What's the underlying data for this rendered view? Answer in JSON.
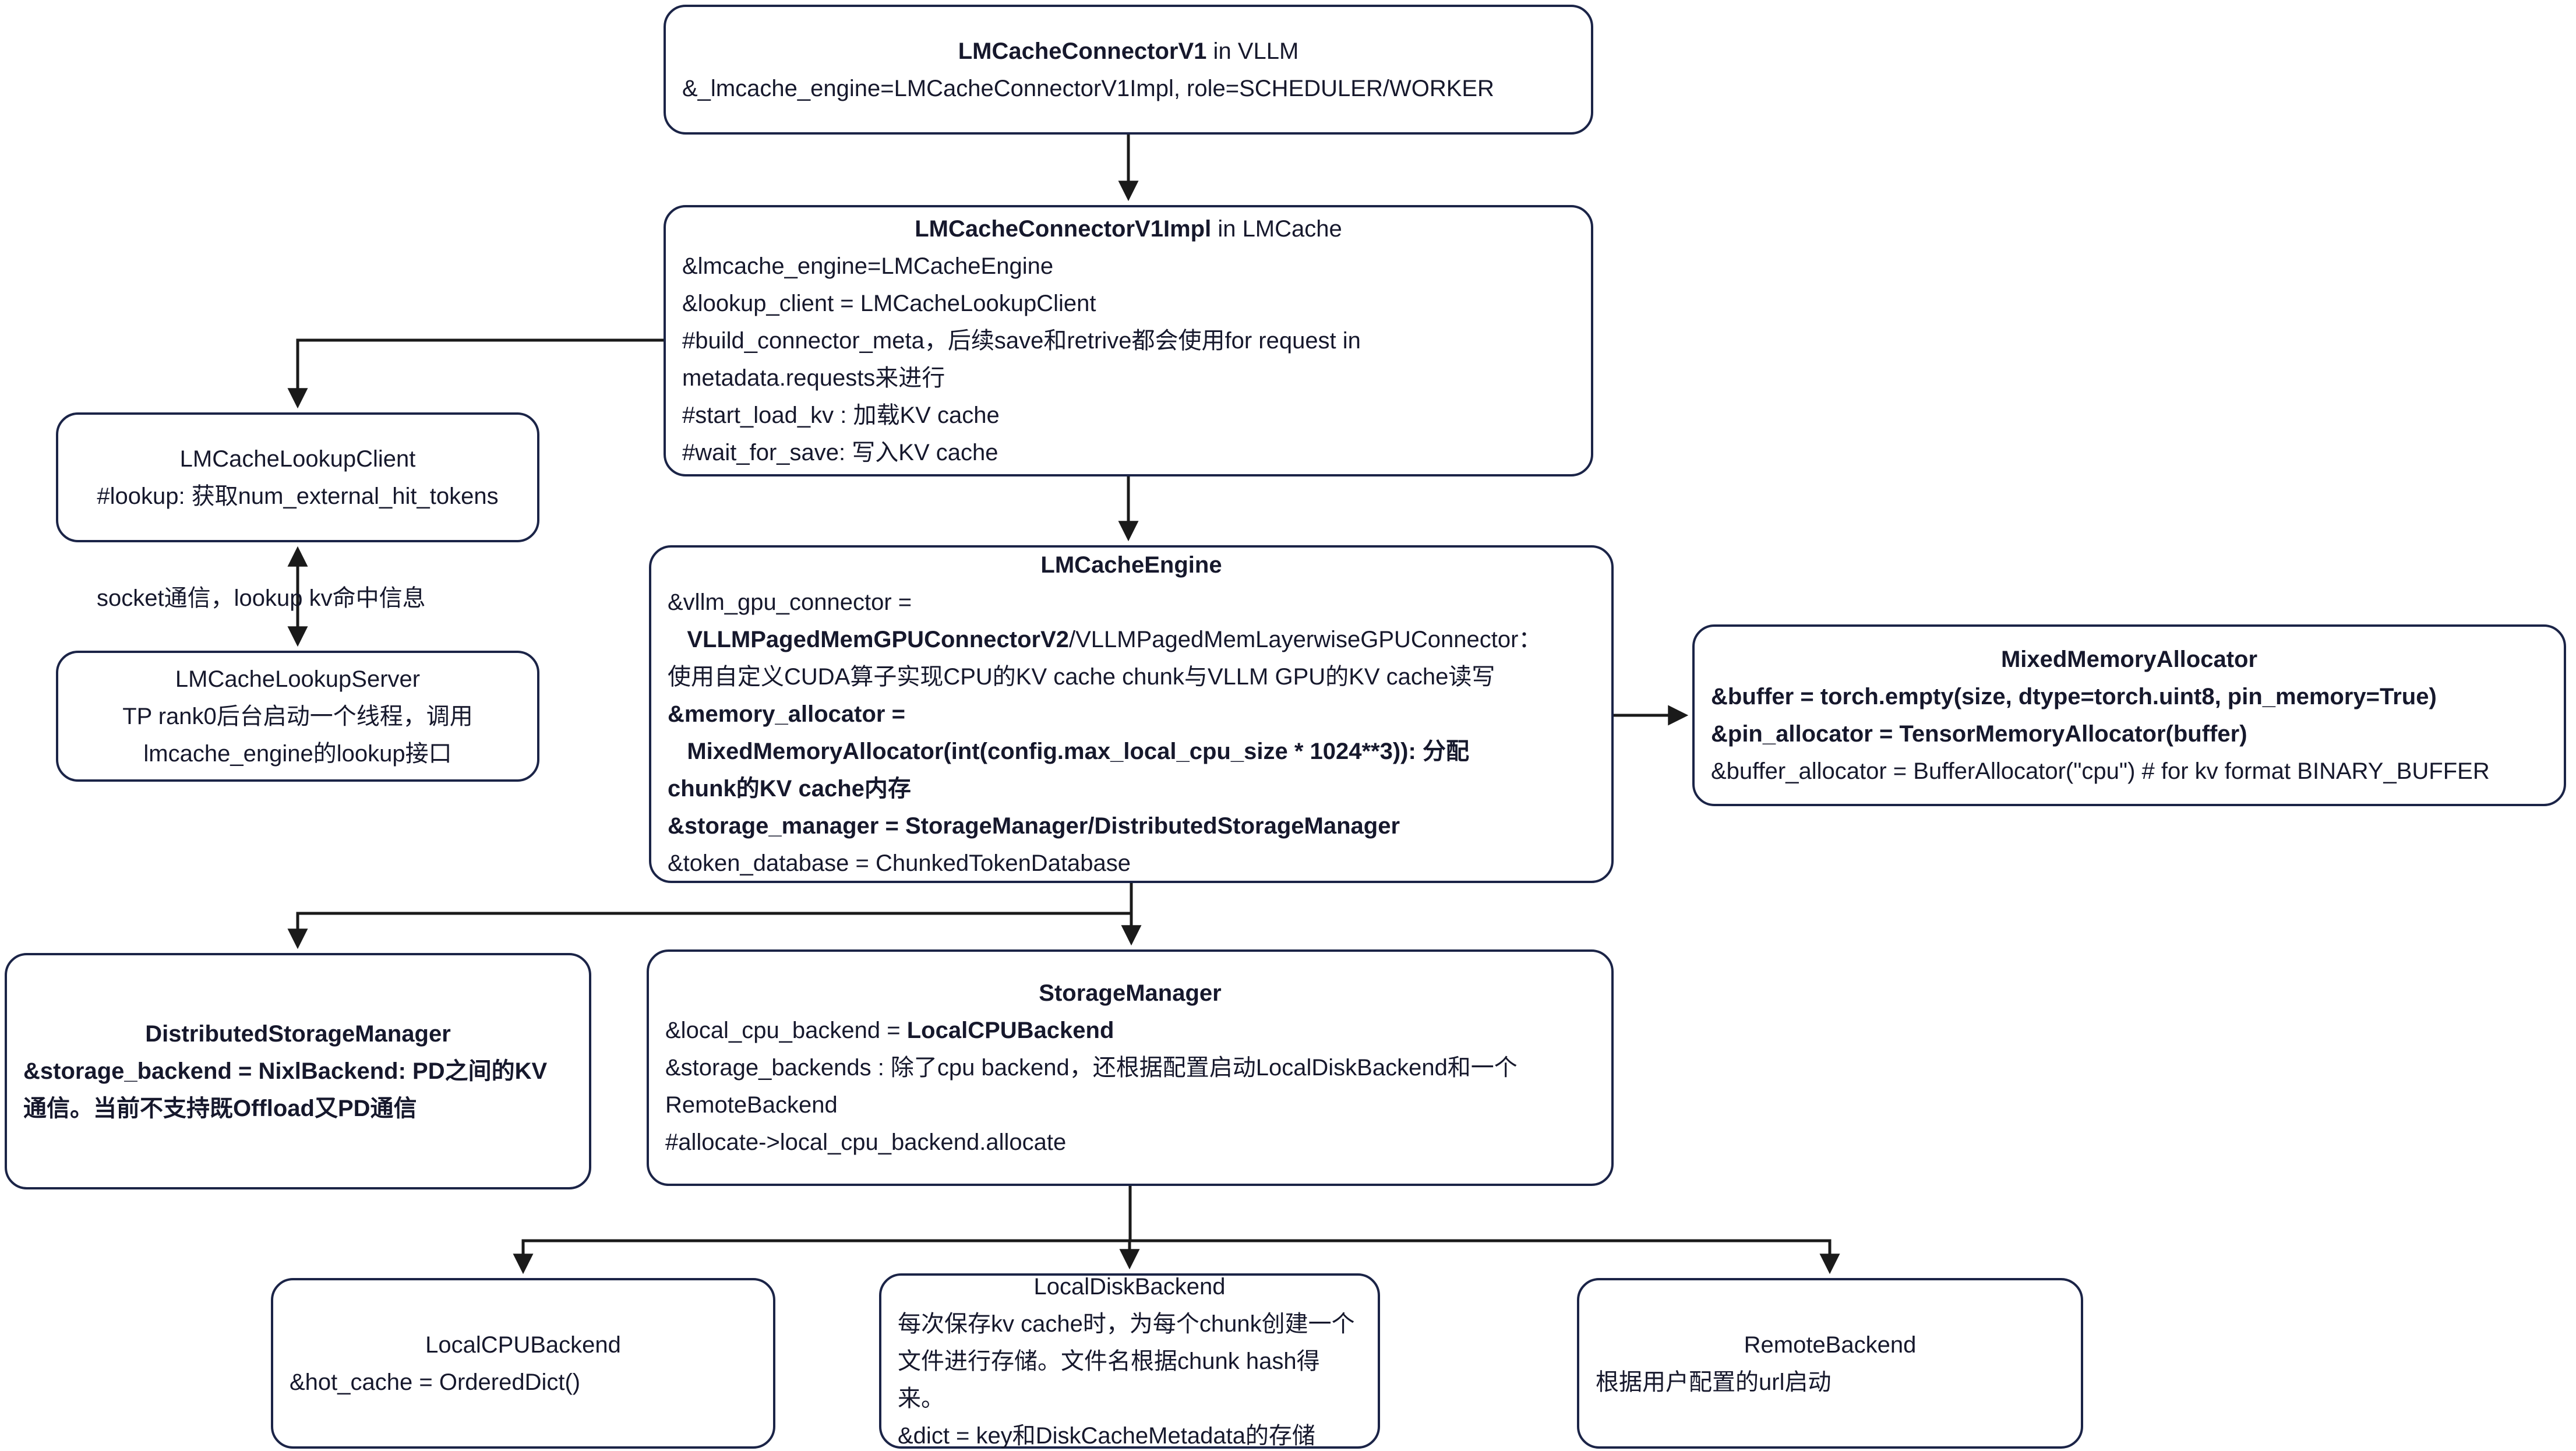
{
  "diagram": {
    "background": "#ffffff",
    "border_color": "#1b2447",
    "line_color": "#1a1a1a",
    "text_color": "#16182c"
  },
  "edges": {
    "socket_label": "socket通信，lookup kv命中信息"
  },
  "boxes": {
    "connector_v1": {
      "title": [
        {
          "t": "LMCacheConnectorV1",
          "b": true
        },
        {
          "t": " in VLLM",
          "b": false
        }
      ],
      "lines": [
        [
          {
            "t": "&_lmcache_engine=LMCacheConnectorV1Impl, role=SCHEDULER/WORKER",
            "b": false
          }
        ]
      ]
    },
    "connector_v1_impl": {
      "title": [
        {
          "t": "LMCacheConnectorV1Impl",
          "b": true
        },
        {
          "t": " in LMCache",
          "b": false
        }
      ],
      "lines": [
        [
          {
            "t": "&lmcache_engine=LMCacheEngine",
            "b": false
          }
        ],
        [
          {
            "t": "&lookup_client = LMCacheLookupClient",
            "b": false
          }
        ],
        [
          {
            "t": "#build_connector_meta，后续save和retrive都会使用for request in",
            "b": false
          }
        ],
        [
          {
            "t": "metadata.requests来进行",
            "b": false
          }
        ],
        [
          {
            "t": "#start_load_kv : 加载KV cache",
            "b": false
          }
        ],
        [
          {
            "t": "#wait_for_save: 写入KV cache",
            "b": false
          }
        ]
      ]
    },
    "lookup_client": {
      "title": [
        {
          "t": "LMCacheLookupClient",
          "b": false
        }
      ],
      "lines": [
        [
          {
            "t": "#lookup: 获取num_external_hit_tokens",
            "b": false
          }
        ]
      ]
    },
    "lookup_server": {
      "title": [
        {
          "t": "LMCacheLookupServer",
          "b": false
        }
      ],
      "lines": [
        [
          {
            "t": "TP rank0后台启动一个线程，调用",
            "b": false
          }
        ],
        [
          {
            "t": "lmcache_engine的lookup接口",
            "b": false
          }
        ]
      ]
    },
    "engine": {
      "title": [
        {
          "t": "LMCacheEngine",
          "b": true
        }
      ],
      "lines": [
        [
          {
            "t": "&vllm_gpu_connector =",
            "b": false
          }
        ],
        [
          {
            "t": "   ",
            "b": false
          },
          {
            "t": "VLLMPagedMemGPUConnectorV2",
            "b": true
          },
          {
            "t": "/VLLMPagedMemLayerwiseGPUConnector：",
            "b": false
          }
        ],
        [
          {
            "t": "使用自定义CUDA算子实现CPU的KV cache chunk与VLLM GPU的KV cache读写",
            "b": false
          }
        ],
        [
          {
            "t": "&memory_allocator =",
            "b": true
          }
        ],
        [
          {
            "t": "   MixedMemoryAllocator(int(config.max_local_cpu_size * 1024**3)): 分配",
            "b": true
          }
        ],
        [
          {
            "t": "chunk的KV cache内存",
            "b": true
          }
        ],
        [
          {
            "t": "&storage_manager = StorageManager/DistributedStorageManager",
            "b": true
          }
        ],
        [
          {
            "t": "&token_database = ChunkedTokenDatabase",
            "b": false
          }
        ]
      ]
    },
    "mixed_memory_allocator": {
      "title": [
        {
          "t": "MixedMemoryAllocator",
          "b": true
        }
      ],
      "lines": [
        [
          {
            "t": "&buffer = torch.empty(size, dtype=torch.uint8, pin_memory=True)",
            "b": true
          }
        ],
        [
          {
            "t": "&pin_allocator = TensorMemoryAllocator(buffer)",
            "b": true
          }
        ],
        [
          {
            "t": "&buffer_allocator = BufferAllocator(\"cpu\") # for kv format BINARY_BUFFER",
            "b": false
          }
        ]
      ]
    },
    "distributed_storage_manager": {
      "title": [
        {
          "t": "DistributedStorageManager",
          "b": true
        }
      ],
      "lines": [
        [
          {
            "t": "&storage_backend = NixlBackend: PD之间的KV",
            "b": true
          }
        ],
        [
          {
            "t": "通信。当前不支持既Offload又PD通信",
            "b": true
          }
        ]
      ]
    },
    "storage_manager": {
      "title": [
        {
          "t": "StorageManager",
          "b": true
        }
      ],
      "lines": [
        [
          {
            "t": "&local_cpu_backend = ",
            "b": false
          },
          {
            "t": "LocalCPUBackend",
            "b": true
          }
        ],
        [
          {
            "t": "&storage_backends : 除了cpu backend，还根据配置启动LocalDiskBackend和一个",
            "b": false
          }
        ],
        [
          {
            "t": "RemoteBackend",
            "b": false
          }
        ],
        [
          {
            "t": "#allocate->local_cpu_backend.allocate",
            "b": false
          }
        ]
      ]
    },
    "local_cpu_backend": {
      "title": [
        {
          "t": "LocalCPUBackend",
          "b": false
        }
      ],
      "lines": [
        [
          {
            "t": "&hot_cache = OrderedDict()",
            "b": false
          }
        ]
      ]
    },
    "local_disk_backend": {
      "title": [
        {
          "t": "LocalDiskBackend",
          "b": false
        }
      ],
      "lines": [
        [
          {
            "t": "每次保存kv cache时，为每个chunk创建一个",
            "b": false
          }
        ],
        [
          {
            "t": "文件进行存储。文件名根据chunk hash得来。",
            "b": false
          }
        ],
        [
          {
            "t": "&dict = key和DiskCacheMetadata的存储",
            "b": false
          }
        ]
      ]
    },
    "remote_backend": {
      "title": [
        {
          "t": "RemoteBackend",
          "b": false
        }
      ],
      "lines": [
        [
          {
            "t": "根据用户配置的url启动",
            "b": false
          }
        ]
      ]
    }
  }
}
